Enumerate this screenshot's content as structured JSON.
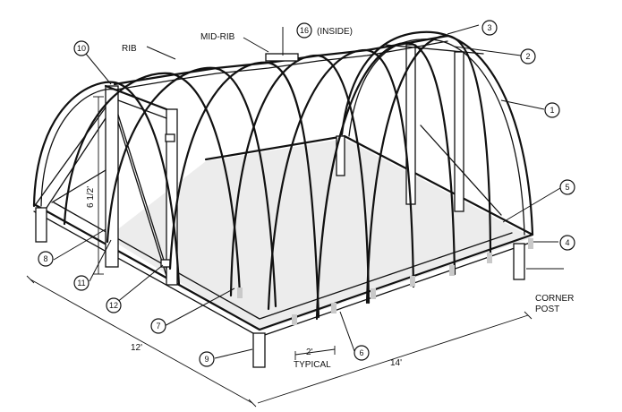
{
  "labels": {
    "rib": "RIB",
    "mid_rib": "MID-RIB",
    "inside": "(INSIDE)",
    "height": "6 1/2'",
    "width": "12'",
    "length": "14'",
    "spacing_value": "2'",
    "spacing_note": "TYPICAL",
    "corner": "CORNER",
    "post": "POST"
  },
  "callouts": [
    "1",
    "2",
    "3",
    "4",
    "5",
    "6",
    "7",
    "8",
    "9",
    "10",
    "11",
    "12",
    "16"
  ]
}
